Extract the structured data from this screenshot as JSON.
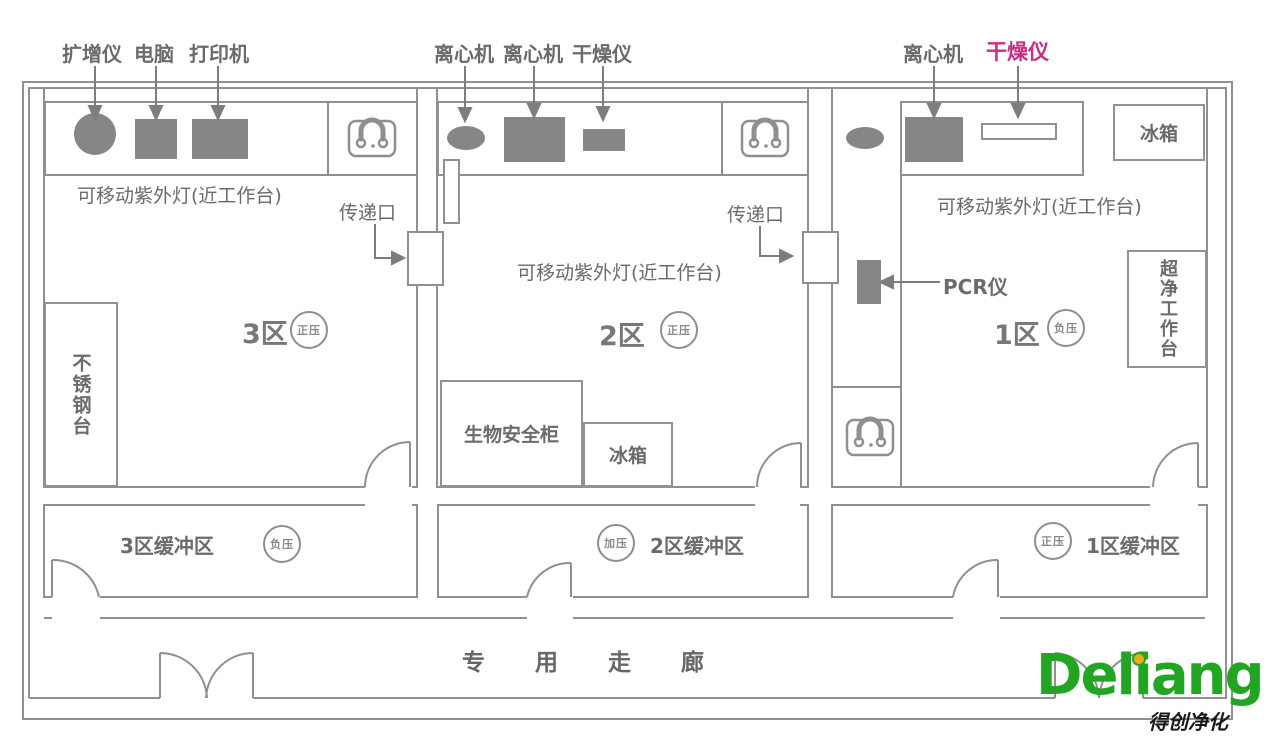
{
  "palette": {
    "wall_gray": "#909090",
    "equipment_gray": "#868686",
    "text_gray": "#6b6b6b",
    "dryer_highlight_magenta": "#cb2d83",
    "logo_green": "#22a522",
    "logo_orange": "#f2a71f"
  },
  "zone3": {
    "label": "3区",
    "pressure": "正压",
    "uv_note": "可移动紫外灯(近工作台)",
    "amplifier": "扩增仪",
    "computer": "电脑",
    "printer": "打印机",
    "steel_table": "不锈钢台"
  },
  "zone2": {
    "label": "2区",
    "pressure": "正压",
    "uv_note": "可移动紫外灯(近工作台)",
    "centrifuge_a": "离心机",
    "centrifuge_b": "离心机",
    "dryer": "干燥仪",
    "biosafety_cabinet": "生物安全柜",
    "fridge": "冰箱",
    "pass_through": "传递口"
  },
  "zone1": {
    "label": "1区",
    "pressure": "负压",
    "uv_note": "可移动紫外灯(近工作台)",
    "centrifuge": "离心机",
    "dryer": "干燥仪",
    "pcr": "PCR仪",
    "fridge": "冰箱",
    "clean_bench": "超净工作台",
    "pass_through": "传递口"
  },
  "buffer3": {
    "label": "3区缓冲区",
    "pressure": "负压"
  },
  "buffer2": {
    "label": "2区缓冲区",
    "pressure": "加压"
  },
  "buffer1": {
    "label": "1区缓冲区",
    "pressure": "正压"
  },
  "corridor": {
    "label": "专用走廊"
  },
  "logo": {
    "brand": "Deliang",
    "tagline": "得创净化"
  }
}
